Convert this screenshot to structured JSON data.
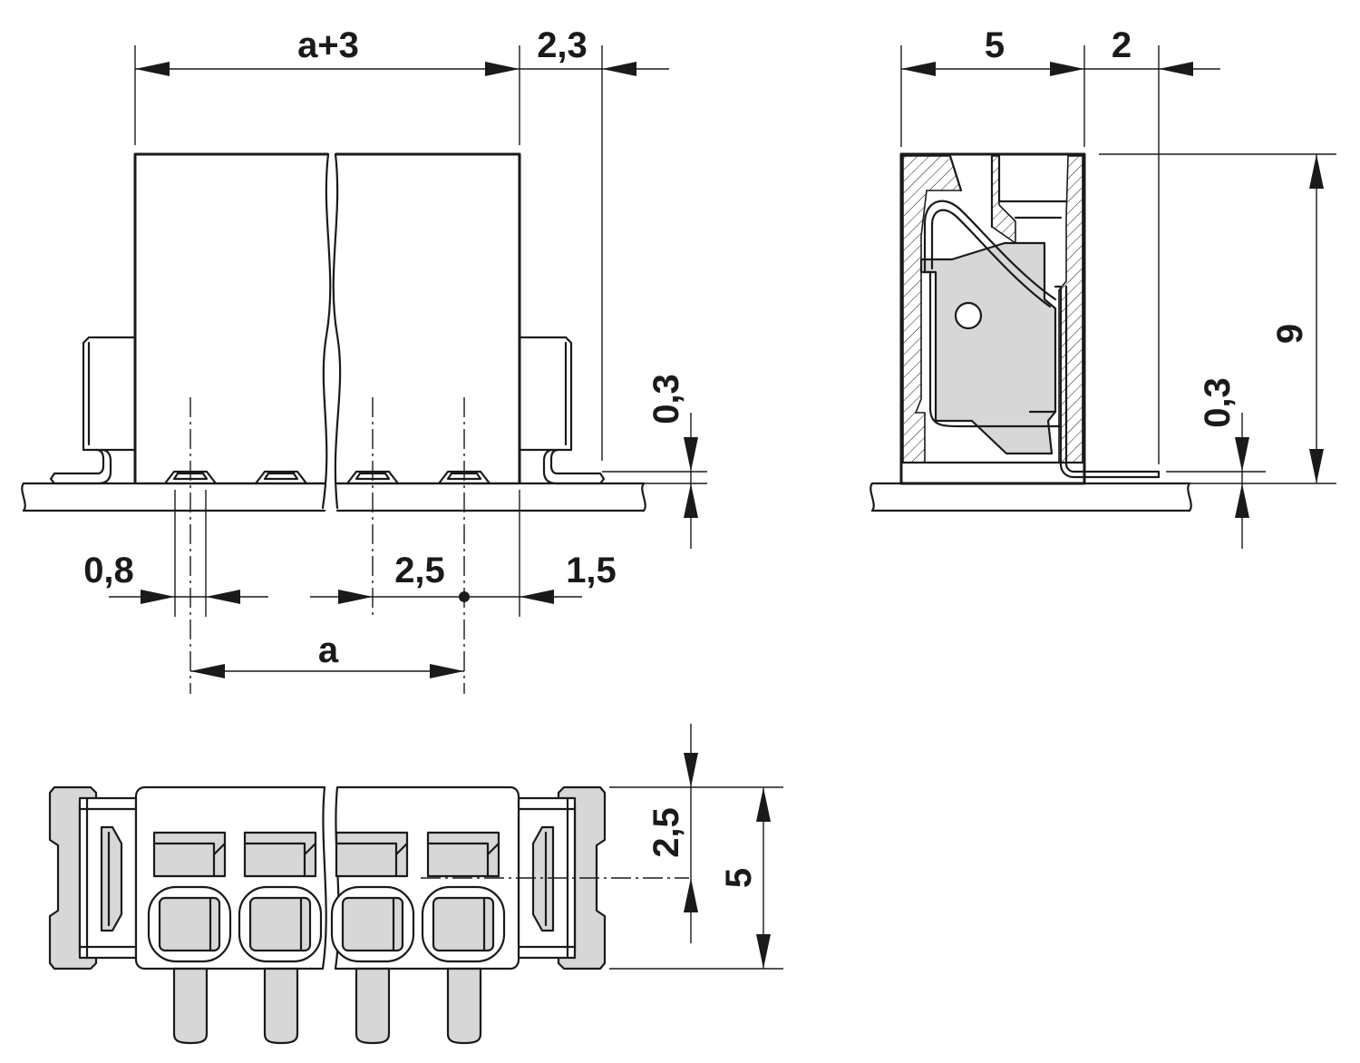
{
  "dimensions": {
    "front": {
      "width_total": "a+3",
      "overhang": "2,3",
      "pin_width": "0,8",
      "pitch": "2,5",
      "edge_offset": "1,5",
      "pitch_span": "a",
      "standoff": "0,3"
    },
    "side": {
      "body_depth": "5",
      "pin_extension": "2",
      "height": "9",
      "standoff": "0,3"
    },
    "bottom": {
      "half_depth": "2,5",
      "depth": "5"
    }
  },
  "colors": {
    "line": "#1a1a1a",
    "fill_gray": "#d7d7d7",
    "background": "#ffffff"
  }
}
